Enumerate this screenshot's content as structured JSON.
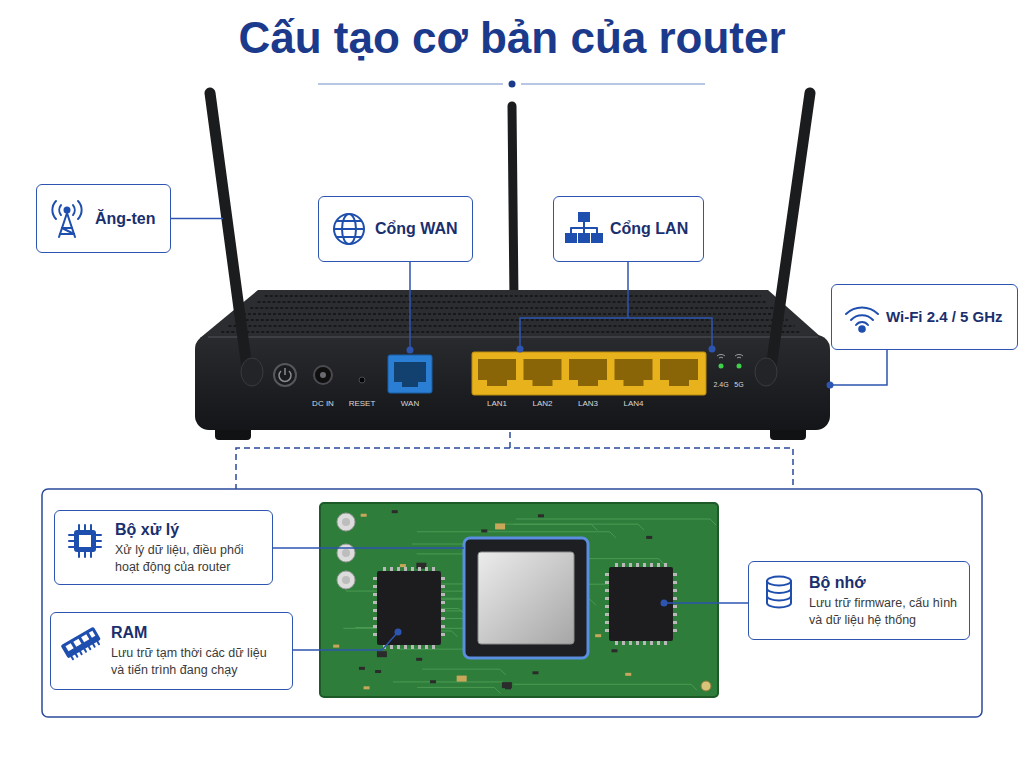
{
  "diagram": {
    "title": "Cấu tạo cơ bản của router",
    "nodes": [
      {
        "text": [
          "Ăng-ten"
        ]
      },
      {
        "text": [
          "Cổng WAN"
        ]
      },
      {
        "text": [
          "Cổng LAN"
        ]
      },
      {
        "text": [
          "Wi-Fi 2.4 / 5 GHz"
        ]
      },
      {
        "text": [
          "Bộ xử lý",
          "Xử lý dữ liệu, điều phối hoạt động của router"
        ]
      },
      {
        "text": [
          "RAM",
          "Lưu trữ tạm thời các dữ liệu và tiến trình đang chạy"
        ]
      },
      {
        "text": [
          "Bộ nhớ",
          "Lưu trữ firmware, cấu hình và dữ liệu hệ thống"
        ]
      }
    ],
    "labels": [
      "DC IN",
      "RESET",
      "WAN",
      "LAN1",
      "LAN2",
      "LAN3",
      "LAN4",
      "2.4G",
      "5G"
    ]
  }
}
